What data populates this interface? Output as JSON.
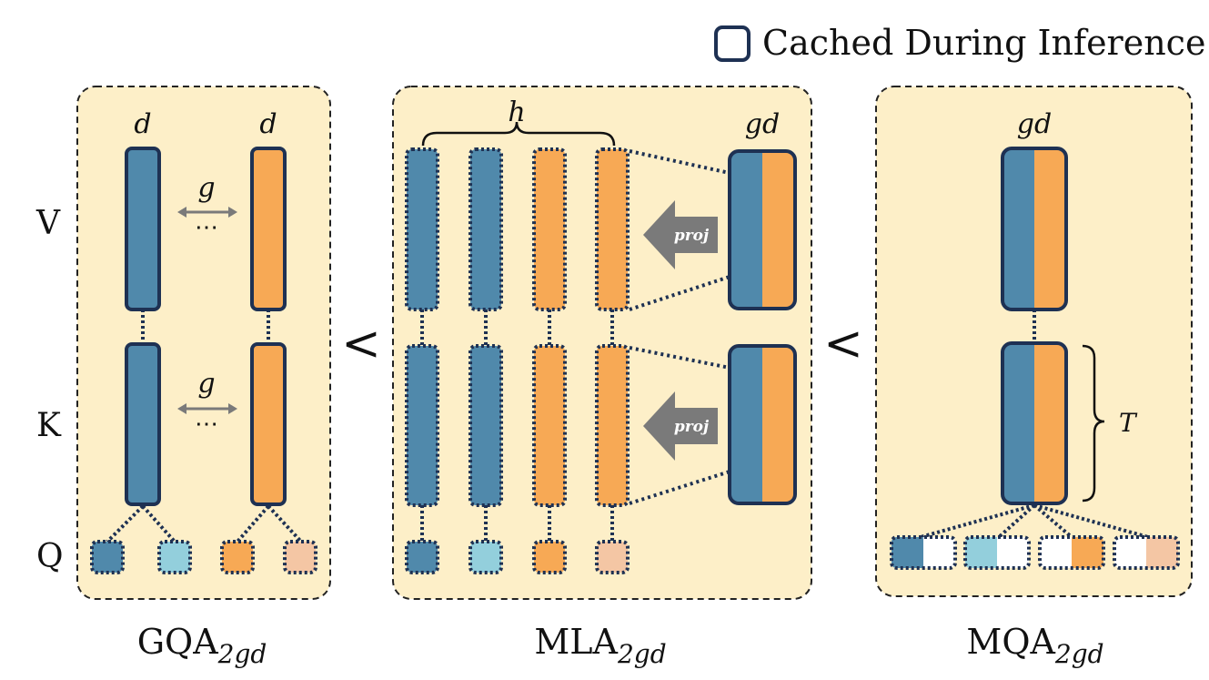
{
  "legend": {
    "label": "Cached During Inference"
  },
  "row_labels": {
    "v": "V",
    "k": "K",
    "q": "Q"
  },
  "comparison_symbol": "<",
  "panels": {
    "gqa": {
      "name": "GQA",
      "subscript": "2gd",
      "column_dim": "d",
      "group_label": "g",
      "ellipsis": "⋯"
    },
    "mla": {
      "name": "MLA",
      "subscript": "2gd",
      "heads_label": "h",
      "latent_dim": "gd",
      "proj_label": "proj"
    },
    "mqa": {
      "name": "MQA",
      "subscript": "2gd",
      "column_dim": "gd",
      "seq_label": "T"
    }
  },
  "colors": {
    "panel_bg": "#fdefc8",
    "blue": "#5089ab",
    "light_blue": "#93cfdc",
    "orange": "#f7a955",
    "light_orange": "#f4c6a4",
    "outline": "#1e3153",
    "arrow_gray": "#7a7a7a"
  }
}
